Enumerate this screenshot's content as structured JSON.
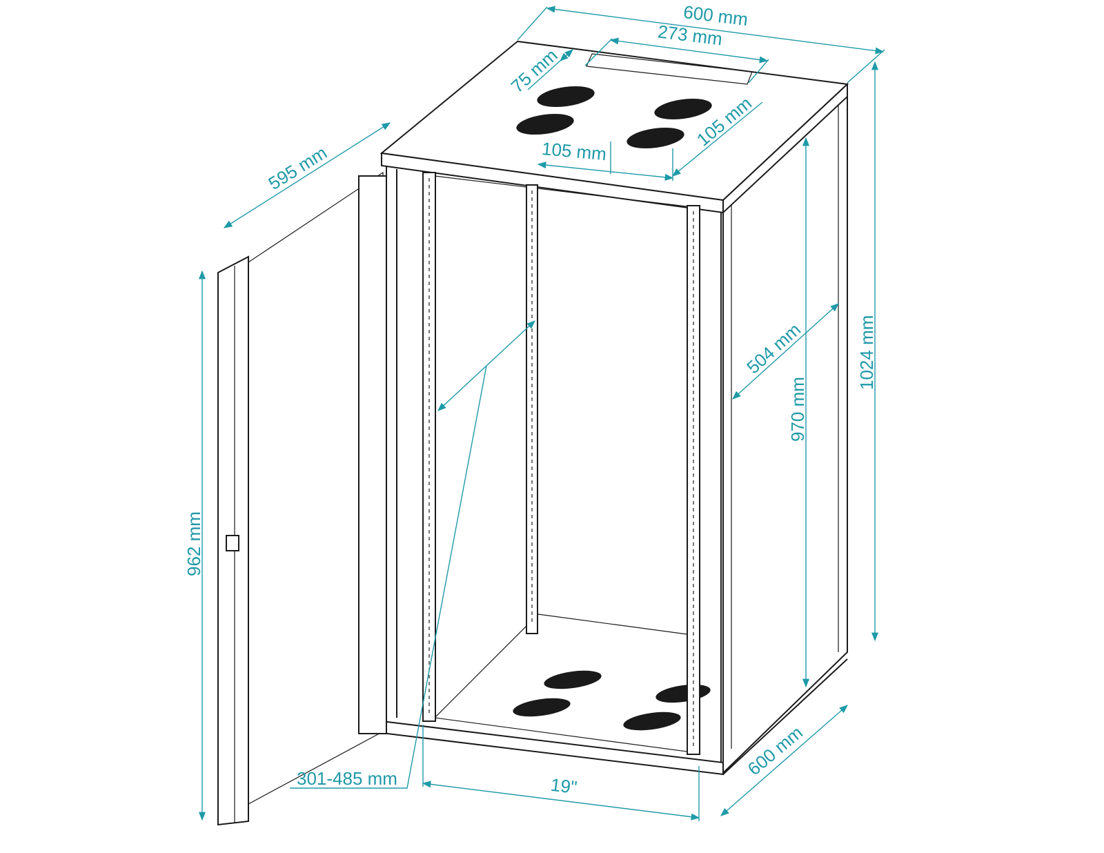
{
  "colors": {
    "dimension": "#1f9aa8",
    "outline": "#1a1a1a"
  },
  "dimensions": {
    "top_width": "600 mm",
    "handle_width": "273 mm",
    "handle_offset": "75 mm",
    "fan_spacing_x": "105 mm",
    "fan_spacing_y": "105 mm",
    "depth_top": "595 mm",
    "total_height": "1024 mm",
    "inner_height": "970 mm",
    "inner_depth": "504 mm",
    "door_height": "962 mm",
    "rail_adjust": "301-485 mm",
    "rack_width": "19\"",
    "bottom_depth": "600 mm"
  }
}
